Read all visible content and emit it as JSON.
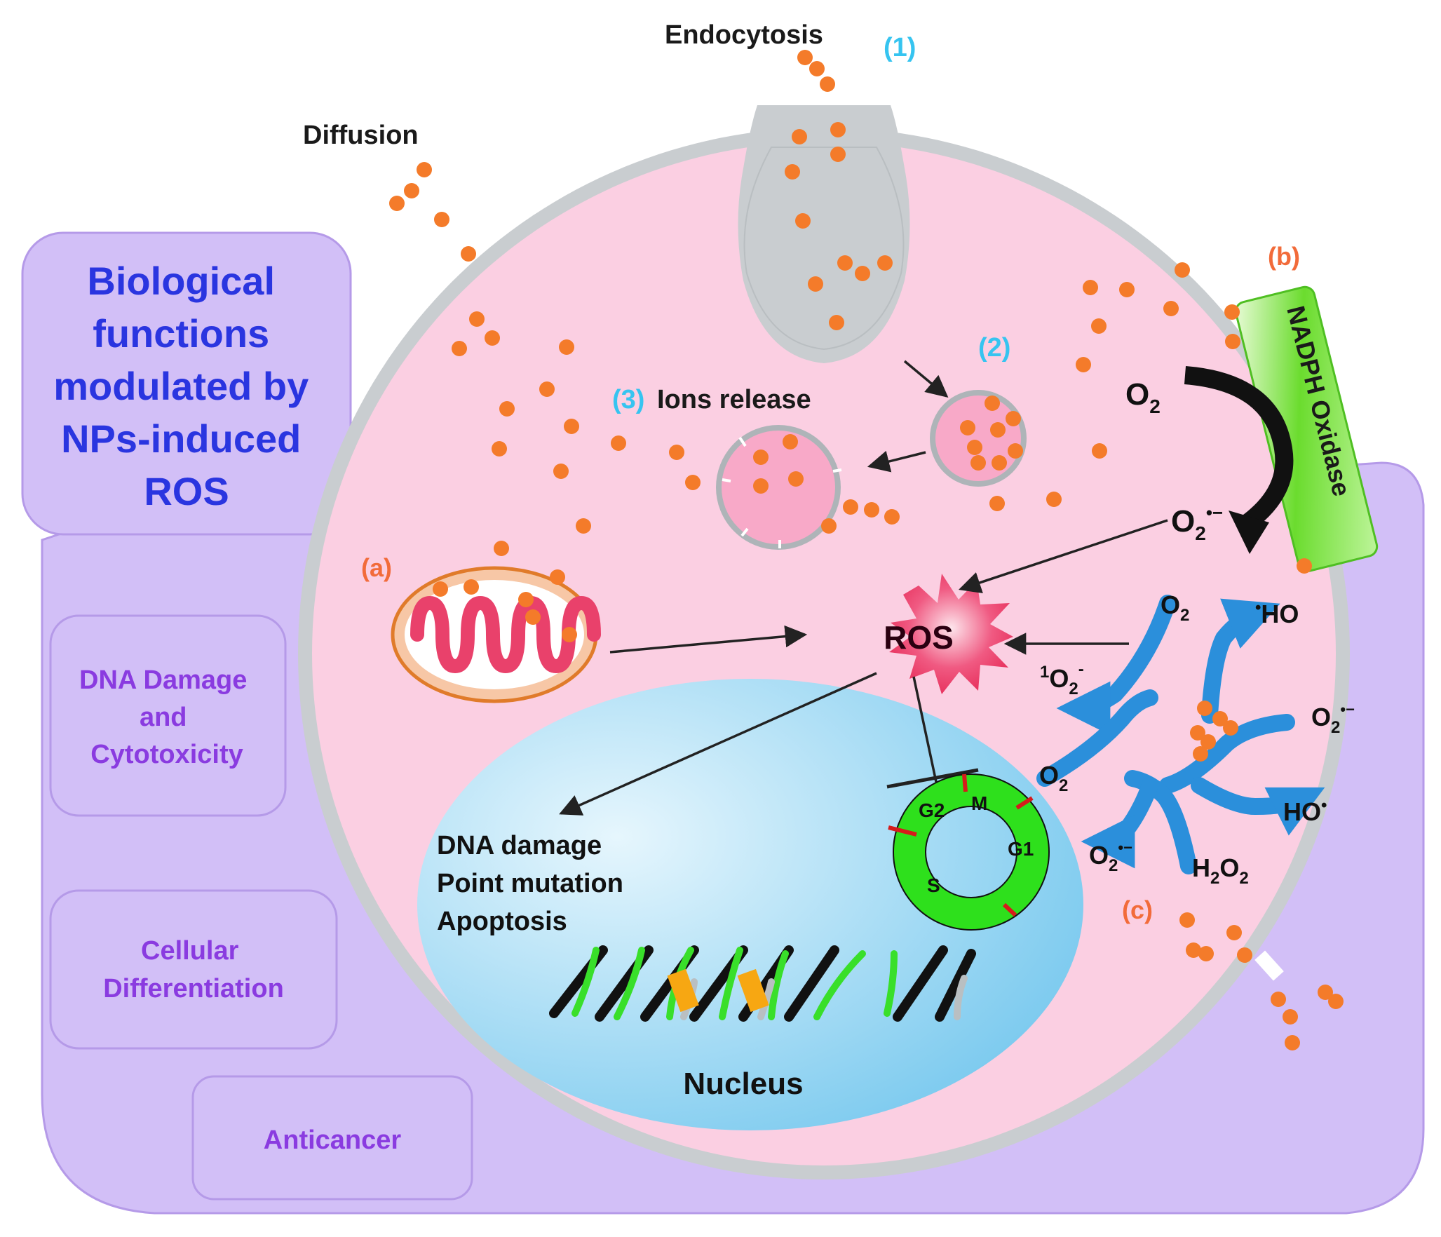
{
  "colors": {
    "panel": "#d2bff7",
    "panel_stroke": "#b59ae8",
    "cytoplasm": "#fbcfe2",
    "membrane": "#c9cdd0",
    "vesicle_fill": "#f8a9c8",
    "particle": "#f47b2a",
    "nucleus_light": "#d9f0fb",
    "nucleus_dark": "#8fd2f1",
    "title_blue": "#2a35e0",
    "function_purple": "#8a3be0",
    "label_orange": "#f26b3a",
    "label_cyan": "#36c4f0",
    "nadph_green": "#5fd62d",
    "ros_red": "#ef3e6a",
    "cycle_green": "#2ee01c",
    "cycle_arrow_blue": "#2b8fdb"
  },
  "title": {
    "lines": [
      "Biological",
      "functions",
      "modulated by",
      "NPs-induced",
      "ROS"
    ]
  },
  "functions": {
    "dna_damage": [
      "DNA Damage",
      "and",
      "Cytotoxicity"
    ],
    "differentiation": [
      "Cellular",
      "Differentiation"
    ],
    "anticancer": "Anticancer"
  },
  "uptake": {
    "endocytosis": "Endocytosis",
    "diffusion": "Diffusion",
    "step1": "(1)",
    "step2": "(2)",
    "step3": "(3)",
    "ions_release": "Ions release"
  },
  "sources": {
    "a": "(a)",
    "b": "(b)",
    "c": "(c)",
    "nadph": "NADPH Oxidase"
  },
  "nadph_reaction": {
    "o2": "O",
    "o2_sub": "2",
    "superoxide": "O",
    "superoxide_sub": "2",
    "superoxide_sup": "•−"
  },
  "ros": "ROS",
  "fenton": {
    "o2_top": "O",
    "o2_top_sub": "2",
    "ho_top_sup": "•",
    "ho_top": "HO",
    "singlet_sup": "1",
    "singlet": "O",
    "singlet_sub": "2",
    "singlet_sup2": "-",
    "superoxide_right": "O",
    "superoxide_right_sub": "2",
    "superoxide_right_sup": "•−",
    "o2_left": "O",
    "o2_left_sub": "2",
    "ho_bottom": "HO",
    "ho_bottom_sup": "•",
    "superoxide_bottom": "O",
    "superoxide_bottom_sub": "2",
    "superoxide_bottom_sup": "•−",
    "h2o2_h": "H",
    "h2o2_sub1": "2",
    "h2o2_o": "O",
    "h2o2_sub2": "2"
  },
  "nucleus": {
    "label": "Nucleus",
    "effects": [
      "DNA damage",
      "Point mutation",
      "Apoptosis"
    ]
  },
  "cell_cycle": {
    "g2": "G2",
    "m": "M",
    "g1": "G1",
    "s": "S"
  }
}
